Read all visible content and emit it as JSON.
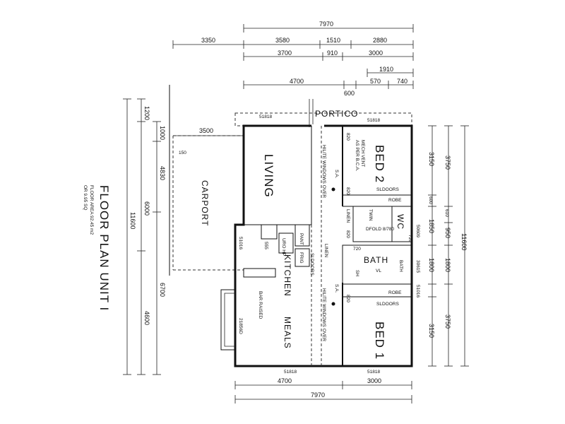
{
  "title": "FLOOR PLAN UNIT I",
  "floor_area": "FLOOR AREA 92.45 m2",
  "squares": "OR 9.95 SQ",
  "rooms": {
    "living": "LIVING",
    "bed2": "BED 2",
    "bed1": "BED 1",
    "kitchen": "KITCHEN",
    "meals": "MEALS",
    "bath": "BATH",
    "wc": "WC",
    "carport": "CARPORT",
    "portico": "PORTICO"
  },
  "labels": {
    "robe_top": "ROBE",
    "robe_bottom": "ROBE",
    "sl_doors_top": "SLDOORS",
    "sl_doors_bottom": "SLDOORS",
    "sl_doors_mid": "SLDOORS",
    "mech_vent": "MECH VENT",
    "as_per_bca": "AS PER B.C.A.",
    "hilite_upper": "HILITE WINDOWS OVER",
    "hilite_lower": "HILITE WINDOWS OVER",
    "sa_upper": "S.A.",
    "sa_lower": "S.A.",
    "linen_upper": "LINEN",
    "linen_lower": "LINEN",
    "pantry": "PANT",
    "fridge": "FRIG",
    "uro_hp": "URO HP",
    "bar_raised": "BAR RAISED",
    "shower": "SH",
    "bath_tub": "BATH",
    "vanity": "VL",
    "twin": "TWIN",
    "dfold": "DFOLD 8/780",
    "d_820_a": "820",
    "d_820_b": "820",
    "d_820_c": "820",
    "d_720_a": "720",
    "d_720_b": "720",
    "d_820_d": "820",
    "w_555": "555",
    "w_51818_top": "51818",
    "w_51818_top2": "51818",
    "w_51818_bot": "51818",
    "w_51818_bot2": "51818",
    "w_51016": "51016",
    "w_21856d": "21856D",
    "w_50609": "50609",
    "w_30615": "30615",
    "w_51016_r": "51016"
  },
  "dims_top": {
    "overall": "7970",
    "d3350": "3350",
    "d3580": "3580",
    "d1510": "1510",
    "d2880": "2880",
    "d3700": "3700",
    "d910": "910",
    "d3000": "3000",
    "d1910": "1910",
    "d4700": "4700",
    "d600": "600",
    "d570": "570",
    "d740": "740"
  },
  "dims_left": {
    "overall": "11600",
    "d1200": "1200",
    "d1000": "1000",
    "d4830": "4830",
    "d6000": "6000",
    "d6700": "6700",
    "d4600": "4600",
    "d3500": "3500",
    "d150": "150"
  },
  "dims_right": {
    "overall": "11600",
    "d3150_top": "3150",
    "d3750_top": "3750",
    "d600": "600",
    "d610": "610",
    "d1850": "1850",
    "d950": "950",
    "d1800_a": "1800",
    "d1800_b": "1800",
    "d3150_bot": "3150",
    "d3750_bot": "3750"
  },
  "dims_bottom": {
    "d4700": "4700",
    "d3000": "3000",
    "overall": "7970"
  }
}
